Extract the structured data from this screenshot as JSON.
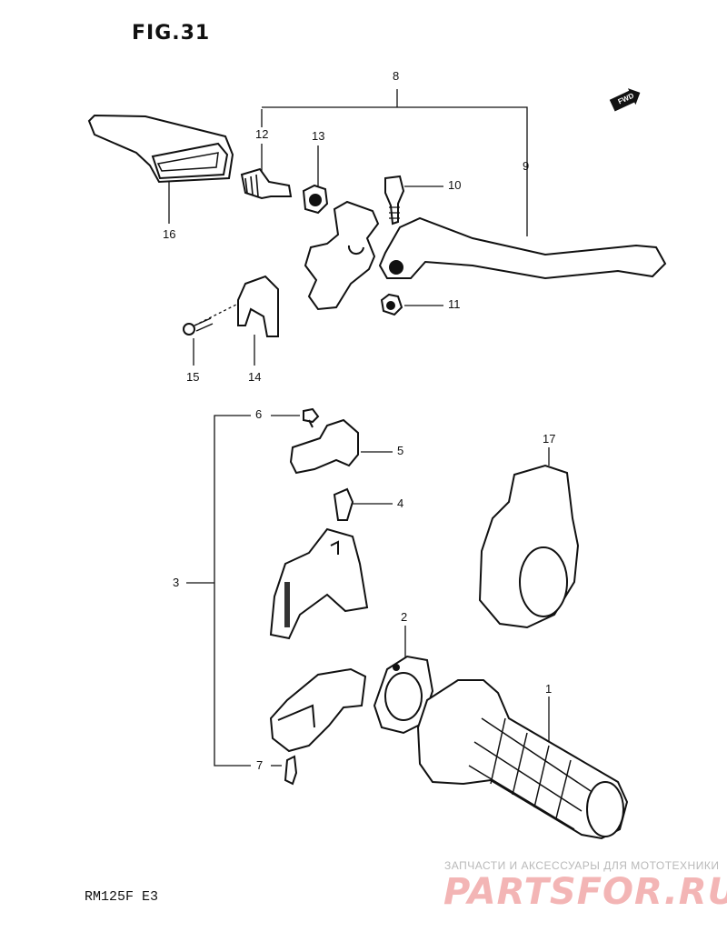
{
  "figure": {
    "title": "FIG.31",
    "model": "RM125F  E3",
    "fwd_label": "FWD"
  },
  "callouts": {
    "c1": "1",
    "c2": "2",
    "c3": "3",
    "c4": "4",
    "c5": "5",
    "c6": "6",
    "c7": "7",
    "c8": "8",
    "c9": "9",
    "c10": "10",
    "c11": "11",
    "c12": "12",
    "c13": "13",
    "c14": "14",
    "c15": "15",
    "c16": "16",
    "c17": "17"
  },
  "watermark": {
    "tagline": "ЗАПЧАСТИ И АКСЕССУАРЫ ДЛЯ МОТОТЕХНИКИ",
    "logo": "PARTSFOR.RU"
  }
}
